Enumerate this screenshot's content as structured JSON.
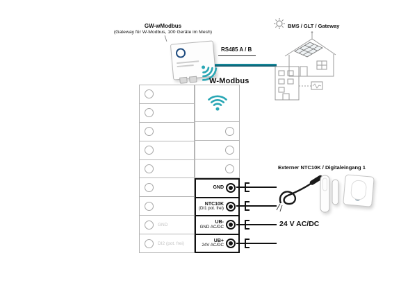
{
  "colors": {
    "accent": "#2aa7b5",
    "grid": "#b5b5b5",
    "gray_text": "#c3c3c3",
    "bus_dark": "#0b4a5e",
    "black": "#111111"
  },
  "gateway": {
    "title": "GW-wModbus",
    "subtitle": "(Gateway für W-Modbus, 100 Geräte im Mesh)"
  },
  "bus": {
    "label": "RS485 A / B"
  },
  "bms": {
    "label": "BMS / GLT / Gateway"
  },
  "wireless": {
    "label": "W-Modbus"
  },
  "terminal_table": {
    "left_labels": [
      "GND",
      "DI2 (pot. frei)"
    ],
    "terminals": [
      {
        "label": "GND",
        "sub": ""
      },
      {
        "label": "NTC10K",
        "sub": "(DI1 pot. frei)"
      },
      {
        "label": "UB-",
        "sub": "GND AC/DC"
      },
      {
        "label": "UB+",
        "sub": "24V AC/DC"
      }
    ]
  },
  "external": {
    "sensor_label": "Externer NTC10K / Digitaleingang 1",
    "power_label": "24 V AC/DC"
  }
}
